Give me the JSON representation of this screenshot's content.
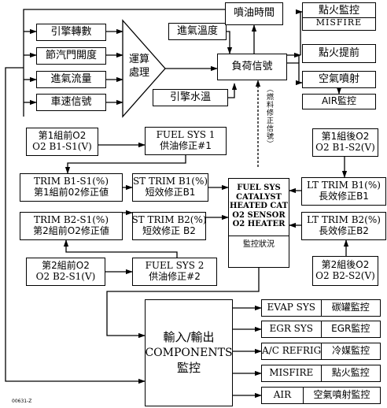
{
  "inputs": {
    "engine_rpm": "引擎轉數",
    "throttle_opening": "節汽門開度",
    "intake_air_flow": "進氣流量",
    "vehicle_speed": "車速信號"
  },
  "processor": {
    "line1": "運算",
    "line2": "處理"
  },
  "intake_temp": "進氣溫度",
  "coolant_temp": "引擎水溫",
  "injection_time": "噴油時間",
  "load_signal": "負荷信號",
  "misfire_monitor": {
    "title": "點火監控",
    "sub": "MISFIRE"
  },
  "ignition_advance": "點火提前",
  "air_injection": "空氣噴射",
  "air_monitor": "AIR監控",
  "fuel_correction_note": "（燃料修正信號）",
  "b1_front_o2": {
    "line1": "第1組前O2",
    "line2": "O2 B1-S1(V)"
  },
  "fuel_sys_1": {
    "line1": "FUEL SYS 1",
    "line2": "供油修正#1"
  },
  "b1_rear_o2": {
    "line1": "第1組後O2",
    "line2": "O2 B1-S2(V)"
  },
  "trim_b1_s1": {
    "line1": "TRIM B1-S1(%)",
    "line2": "第1組前02修正値"
  },
  "st_trim_b1": {
    "line1": "ST TRIM B1(%)",
    "line2": "短效修正B1"
  },
  "monitor_center": {
    "lines": [
      "FUEL SYS",
      "CATALYST",
      "HEATED CAT",
      "O2 SENSOR",
      "O2 HEATER"
    ],
    "footer": "監控狀況"
  },
  "lt_trim_b1": {
    "line1": "LT TRIM B1(%)",
    "line2": "長效修正B1"
  },
  "trim_b2_s1": {
    "line1": "TRIM B2-S1(%)",
    "line2": "第2組前O2修正値"
  },
  "st_trim_b2": {
    "line1": "ST TRIM B2(%)",
    "line2": "短效修正  B2"
  },
  "lt_trim_b2": {
    "line1": "LT TRIM B2(%)",
    "line2": "長效修正B2"
  },
  "b2_front_o2": {
    "line1": "第2組前O2",
    "line2": "O2 B2-S1(V)"
  },
  "fuel_sys_2": {
    "line1": "FUEL SYS 2",
    "line2": "供油修正#2"
  },
  "b2_rear_o2": {
    "line1": "第2組後O2",
    "line2": "O2 B2-S2(V)"
  },
  "components": {
    "line1": "輸入/輸出",
    "line2": "COMPONENTS",
    "line3": "監控"
  },
  "outputs": [
    {
      "code": "EVAP SYS",
      "name": "碳罐監控"
    },
    {
      "code": "EGR SYS",
      "name": "EGR監控"
    },
    {
      "code": "A/C REFRIG",
      "name": "冷媒監控"
    },
    {
      "code": "MISFIRE",
      "name": "點火監控"
    },
    {
      "code": "AIR",
      "name": "空氣噴射監控"
    }
  ],
  "figure_code": "00631-Z"
}
